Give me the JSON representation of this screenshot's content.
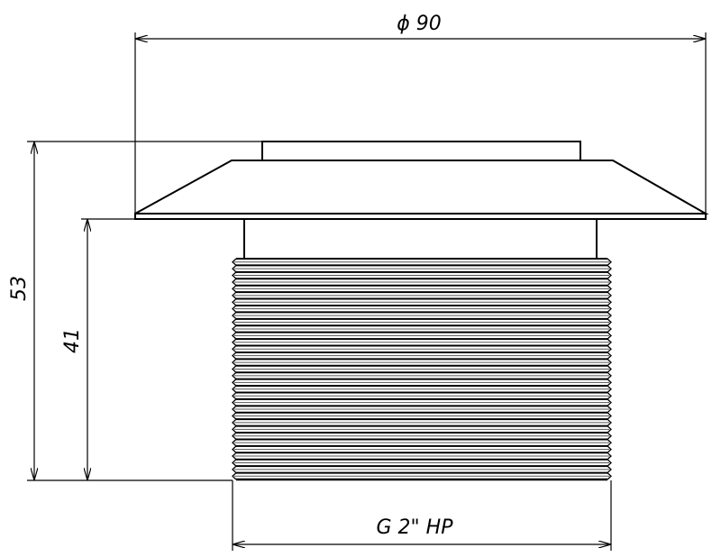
{
  "drawing": {
    "diameter_label": "ϕ 90",
    "height_total_label": "53",
    "height_thread_label": "41",
    "thread_label": "G 2\" HP",
    "thread_count": 33
  }
}
